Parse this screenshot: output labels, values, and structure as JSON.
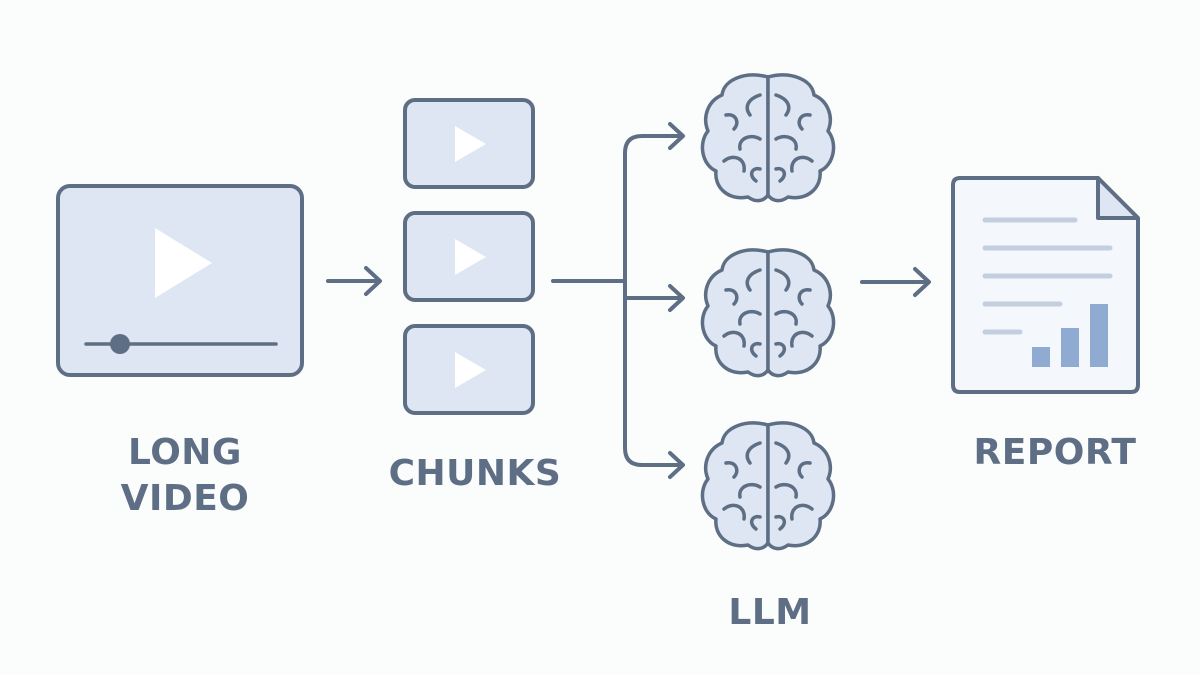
{
  "diagram": {
    "colors": {
      "stroke": "#5e6f85",
      "fill": "#dde6f2",
      "play": "#ffffff",
      "report_lines": "#c3cfde",
      "bars": "#90abd2",
      "background": "#fbfcfc"
    },
    "nodes": {
      "long_video": {
        "label_line1": "LONG",
        "label_line2": "VIDEO",
        "icon": "video-player-icon"
      },
      "chunks": {
        "label": "CHUNKS",
        "icon": "video-chunk-icon",
        "count": 3
      },
      "llm": {
        "label": "LLM",
        "icon": "brain-icon",
        "count": 3
      },
      "report": {
        "label": "REPORT",
        "icon": "report-document-icon",
        "chart_bars": 3
      }
    }
  }
}
